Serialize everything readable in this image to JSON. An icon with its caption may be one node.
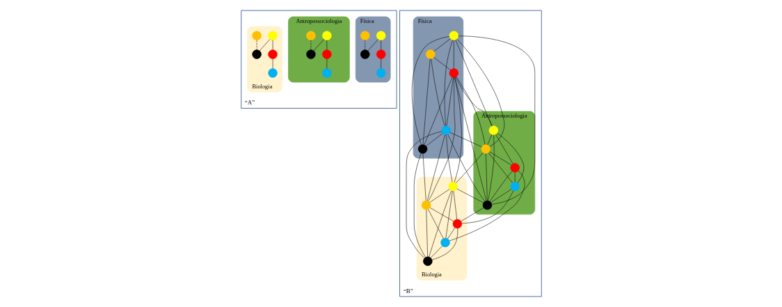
{
  "diagram": {
    "nodes": [
      {
        "text": [
          "“A”"
        ]
      },
      {
        "text": [
          "Física"
        ],
        "in": 0
      },
      {
        "text": [],
        "shape": "circle",
        "in": 1
      },
      {
        "text": [],
        "shape": "circle",
        "in": 1
      },
      {
        "text": [],
        "shape": "circle",
        "in": 1
      },
      {
        "text": [],
        "shape": "circle",
        "in": 1
      },
      {
        "text": [],
        "shape": "circle",
        "in": 1
      },
      {
        "text": [
          "Antropossociologia"
        ],
        "in": 0
      },
      {
        "text": [],
        "shape": "circle",
        "in": 7
      },
      {
        "text": [],
        "shape": "circle",
        "in": 7
      },
      {
        "text": [],
        "shape": "circle",
        "in": 7
      },
      {
        "text": [],
        "shape": "circle",
        "in": 7
      },
      {
        "text": [],
        "shape": "circle",
        "in": 7
      },
      {
        "text": [
          "Biologia"
        ],
        "in": 0
      },
      {
        "text": [],
        "shape": "circle",
        "in": 13
      },
      {
        "text": [],
        "shape": "circle",
        "in": 13
      },
      {
        "text": [],
        "shape": "circle",
        "in": 13
      },
      {
        "text": [],
        "shape": "circle",
        "in": 13
      },
      {
        "text": [],
        "shape": "circle",
        "in": 13
      },
      {
        "text": [
          "“B”"
        ]
      },
      {
        "text": [
          "Física"
        ],
        "in": 19
      },
      {
        "text": [],
        "shape": "circle",
        "in": 20
      },
      {
        "text": [],
        "shape": "circle",
        "in": 20
      },
      {
        "text": [],
        "shape": "circle",
        "in": 20
      },
      {
        "text": [],
        "shape": "circle",
        "in": 20
      },
      {
        "text": [],
        "shape": "circle",
        "in": 20
      },
      {
        "text": [
          "Antropossociologia"
        ],
        "in": 19
      },
      {
        "text": [],
        "shape": "circle",
        "in": 26
      },
      {
        "text": [],
        "shape": "circle",
        "in": 26
      },
      {
        "text": [],
        "shape": "circle",
        "in": 26
      },
      {
        "text": [],
        "shape": "circle",
        "in": 26
      },
      {
        "text": [],
        "shape": "circle",
        "in": 26
      },
      {
        "text": [
          "Biologia"
        ],
        "in": 19
      },
      {
        "text": [],
        "shape": "circle",
        "in": 32
      },
      {
        "text": [],
        "shape": "circle",
        "in": 32
      },
      {
        "text": [],
        "shape": "circle",
        "in": 32
      },
      {
        "text": [],
        "shape": "circle",
        "in": 32
      },
      {
        "text": [],
        "shape": "circle",
        "in": 32
      }
    ],
    "edges": [
      {
        "from": 2,
        "to": 4,
        "arrow": "none"
      },
      {
        "from": 2,
        "to": 6,
        "arrow": "none"
      },
      {
        "from": 3,
        "to": 6,
        "arrow": "none",
        "style": "dashed"
      },
      {
        "from": 4,
        "to": 5,
        "arrow": "none"
      },
      {
        "from": 8,
        "to": 10,
        "arrow": "none"
      },
      {
        "from": 8,
        "to": 12,
        "arrow": "none"
      },
      {
        "from": 9,
        "to": 12,
        "arrow": "none",
        "style": "dashed"
      },
      {
        "from": 10,
        "to": 11,
        "arrow": "none"
      },
      {
        "from": 14,
        "to": 16,
        "arrow": "none"
      },
      {
        "from": 14,
        "to": 18,
        "arrow": "none"
      },
      {
        "from": 15,
        "to": 18,
        "arrow": "none",
        "style": "dashed"
      },
      {
        "from": 16,
        "to": 17,
        "arrow": "none"
      },
      {
        "from": 21,
        "to": 22,
        "arrow": "none"
      },
      {
        "from": 21,
        "to": 23,
        "arrow": "none"
      },
      {
        "from": 21,
        "to": 24,
        "arrow": "none"
      },
      {
        "from": 21,
        "to": 25,
        "arrow": "none"
      },
      {
        "from": 22,
        "to": 23,
        "arrow": "none"
      },
      {
        "from": 22,
        "to": 24,
        "arrow": "none"
      },
      {
        "from": 22,
        "to": 25,
        "arrow": "none"
      },
      {
        "from": 23,
        "to": 24,
        "arrow": "none"
      },
      {
        "from": 23,
        "to": 25,
        "arrow": "none"
      },
      {
        "from": 24,
        "to": 25,
        "arrow": "none"
      },
      {
        "from": 27,
        "to": 28,
        "arrow": "none"
      },
      {
        "from": 27,
        "to": 29,
        "arrow": "none"
      },
      {
        "from": 27,
        "to": 30,
        "arrow": "none"
      },
      {
        "from": 27,
        "to": 31,
        "arrow": "none"
      },
      {
        "from": 28,
        "to": 29,
        "arrow": "none"
      },
      {
        "from": 28,
        "to": 30,
        "arrow": "none"
      },
      {
        "from": 28,
        "to": 31,
        "arrow": "none"
      },
      {
        "from": 29,
        "to": 30,
        "arrow": "none"
      },
      {
        "from": 29,
        "to": 31,
        "arrow": "none"
      },
      {
        "from": 30,
        "to": 31,
        "arrow": "none"
      },
      {
        "from": 33,
        "to": 34,
        "arrow": "none"
      },
      {
        "from": 33,
        "to": 35,
        "arrow": "none"
      },
      {
        "from": 33,
        "to": 36,
        "arrow": "none"
      },
      {
        "from": 33,
        "to": 37,
        "arrow": "none"
      },
      {
        "from": 34,
        "to": 35,
        "arrow": "none"
      },
      {
        "from": 34,
        "to": 36,
        "arrow": "none"
      },
      {
        "from": 34,
        "to": 37,
        "arrow": "none"
      },
      {
        "from": 35,
        "to": 36,
        "arrow": "none"
      },
      {
        "from": 35,
        "to": 37,
        "arrow": "none"
      },
      {
        "from": 36,
        "to": 37,
        "arrow": "none"
      },
      {
        "from": 21,
        "to": 27,
        "arrow": "none"
      },
      {
        "from": 21,
        "to": 28,
        "arrow": "none"
      },
      {
        "from": 21,
        "to": 31,
        "arrow": "none"
      },
      {
        "from": 23,
        "to": 27,
        "arrow": "none"
      },
      {
        "from": 23,
        "to": 28,
        "arrow": "none"
      },
      {
        "from": 23,
        "to": 31,
        "arrow": "none"
      },
      {
        "from": 23,
        "to": 33,
        "arrow": "none"
      },
      {
        "from": 23,
        "to": 34,
        "arrow": "none"
      },
      {
        "from": 24,
        "to": 28,
        "arrow": "none"
      },
      {
        "from": 24,
        "to": 31,
        "arrow": "none"
      },
      {
        "from": 24,
        "to": 33,
        "arrow": "none"
      },
      {
        "from": 24,
        "to": 34,
        "arrow": "none"
      },
      {
        "from": 24,
        "to": 37,
        "arrow": "none"
      },
      {
        "from": 25,
        "to": 34,
        "arrow": "none"
      },
      {
        "from": 25,
        "to": 37,
        "arrow": "none"
      },
      {
        "from": 28,
        "to": 33,
        "arrow": "none"
      },
      {
        "from": 31,
        "to": 33,
        "arrow": "none"
      },
      {
        "from": 31,
        "to": 35,
        "arrow": "none"
      },
      {
        "from": 30,
        "to": 35,
        "arrow": "none"
      },
      {
        "from": 29,
        "to": 36,
        "arrow": "none"
      }
    ]
  }
}
